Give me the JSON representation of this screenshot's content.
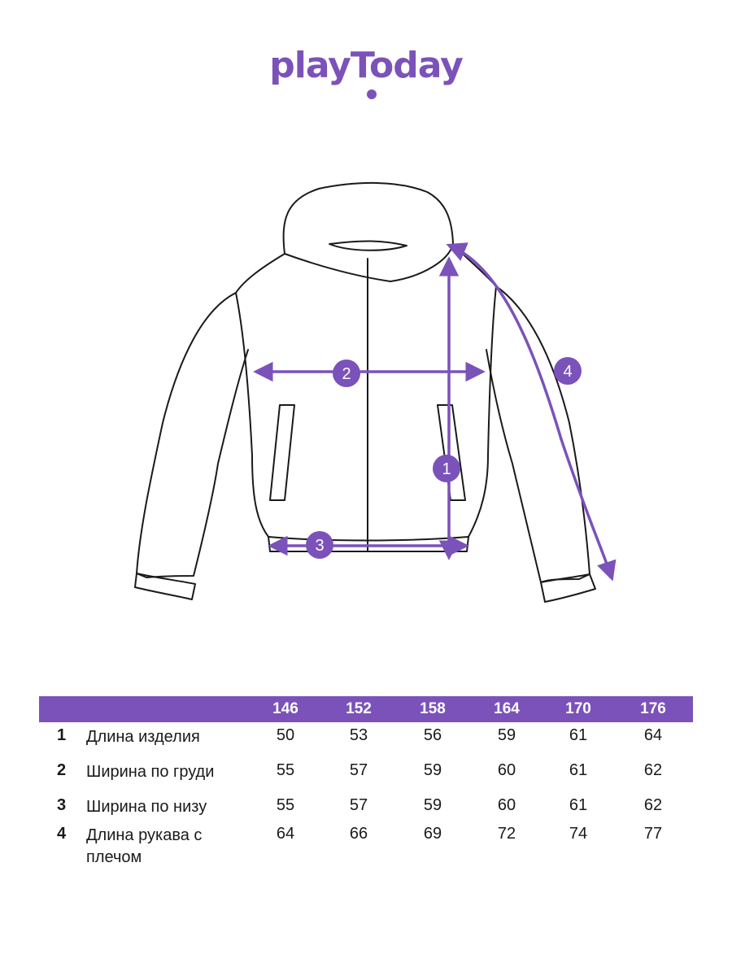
{
  "brand": {
    "name": "playToday",
    "color": "#7b52b9"
  },
  "diagram": {
    "markers": [
      "1",
      "2",
      "3",
      "4"
    ]
  },
  "table": {
    "sizes": [
      "146",
      "152",
      "158",
      "164",
      "170",
      "176"
    ],
    "rows": [
      {
        "num": "1",
        "label": "Длина изделия",
        "values": [
          "50",
          "53",
          "56",
          "59",
          "61",
          "64"
        ]
      },
      {
        "num": "2",
        "label": "Ширина по груди",
        "values": [
          "55",
          "57",
          "59",
          "60",
          "61",
          "62"
        ]
      },
      {
        "num": "3",
        "label": "Ширина по низу",
        "values": [
          "55",
          "57",
          "59",
          "60",
          "61",
          "62"
        ]
      },
      {
        "num": "4",
        "label": "Длина рукава с плечом",
        "values": [
          "64",
          "66",
          "69",
          "72",
          "74",
          "77"
        ]
      }
    ]
  }
}
